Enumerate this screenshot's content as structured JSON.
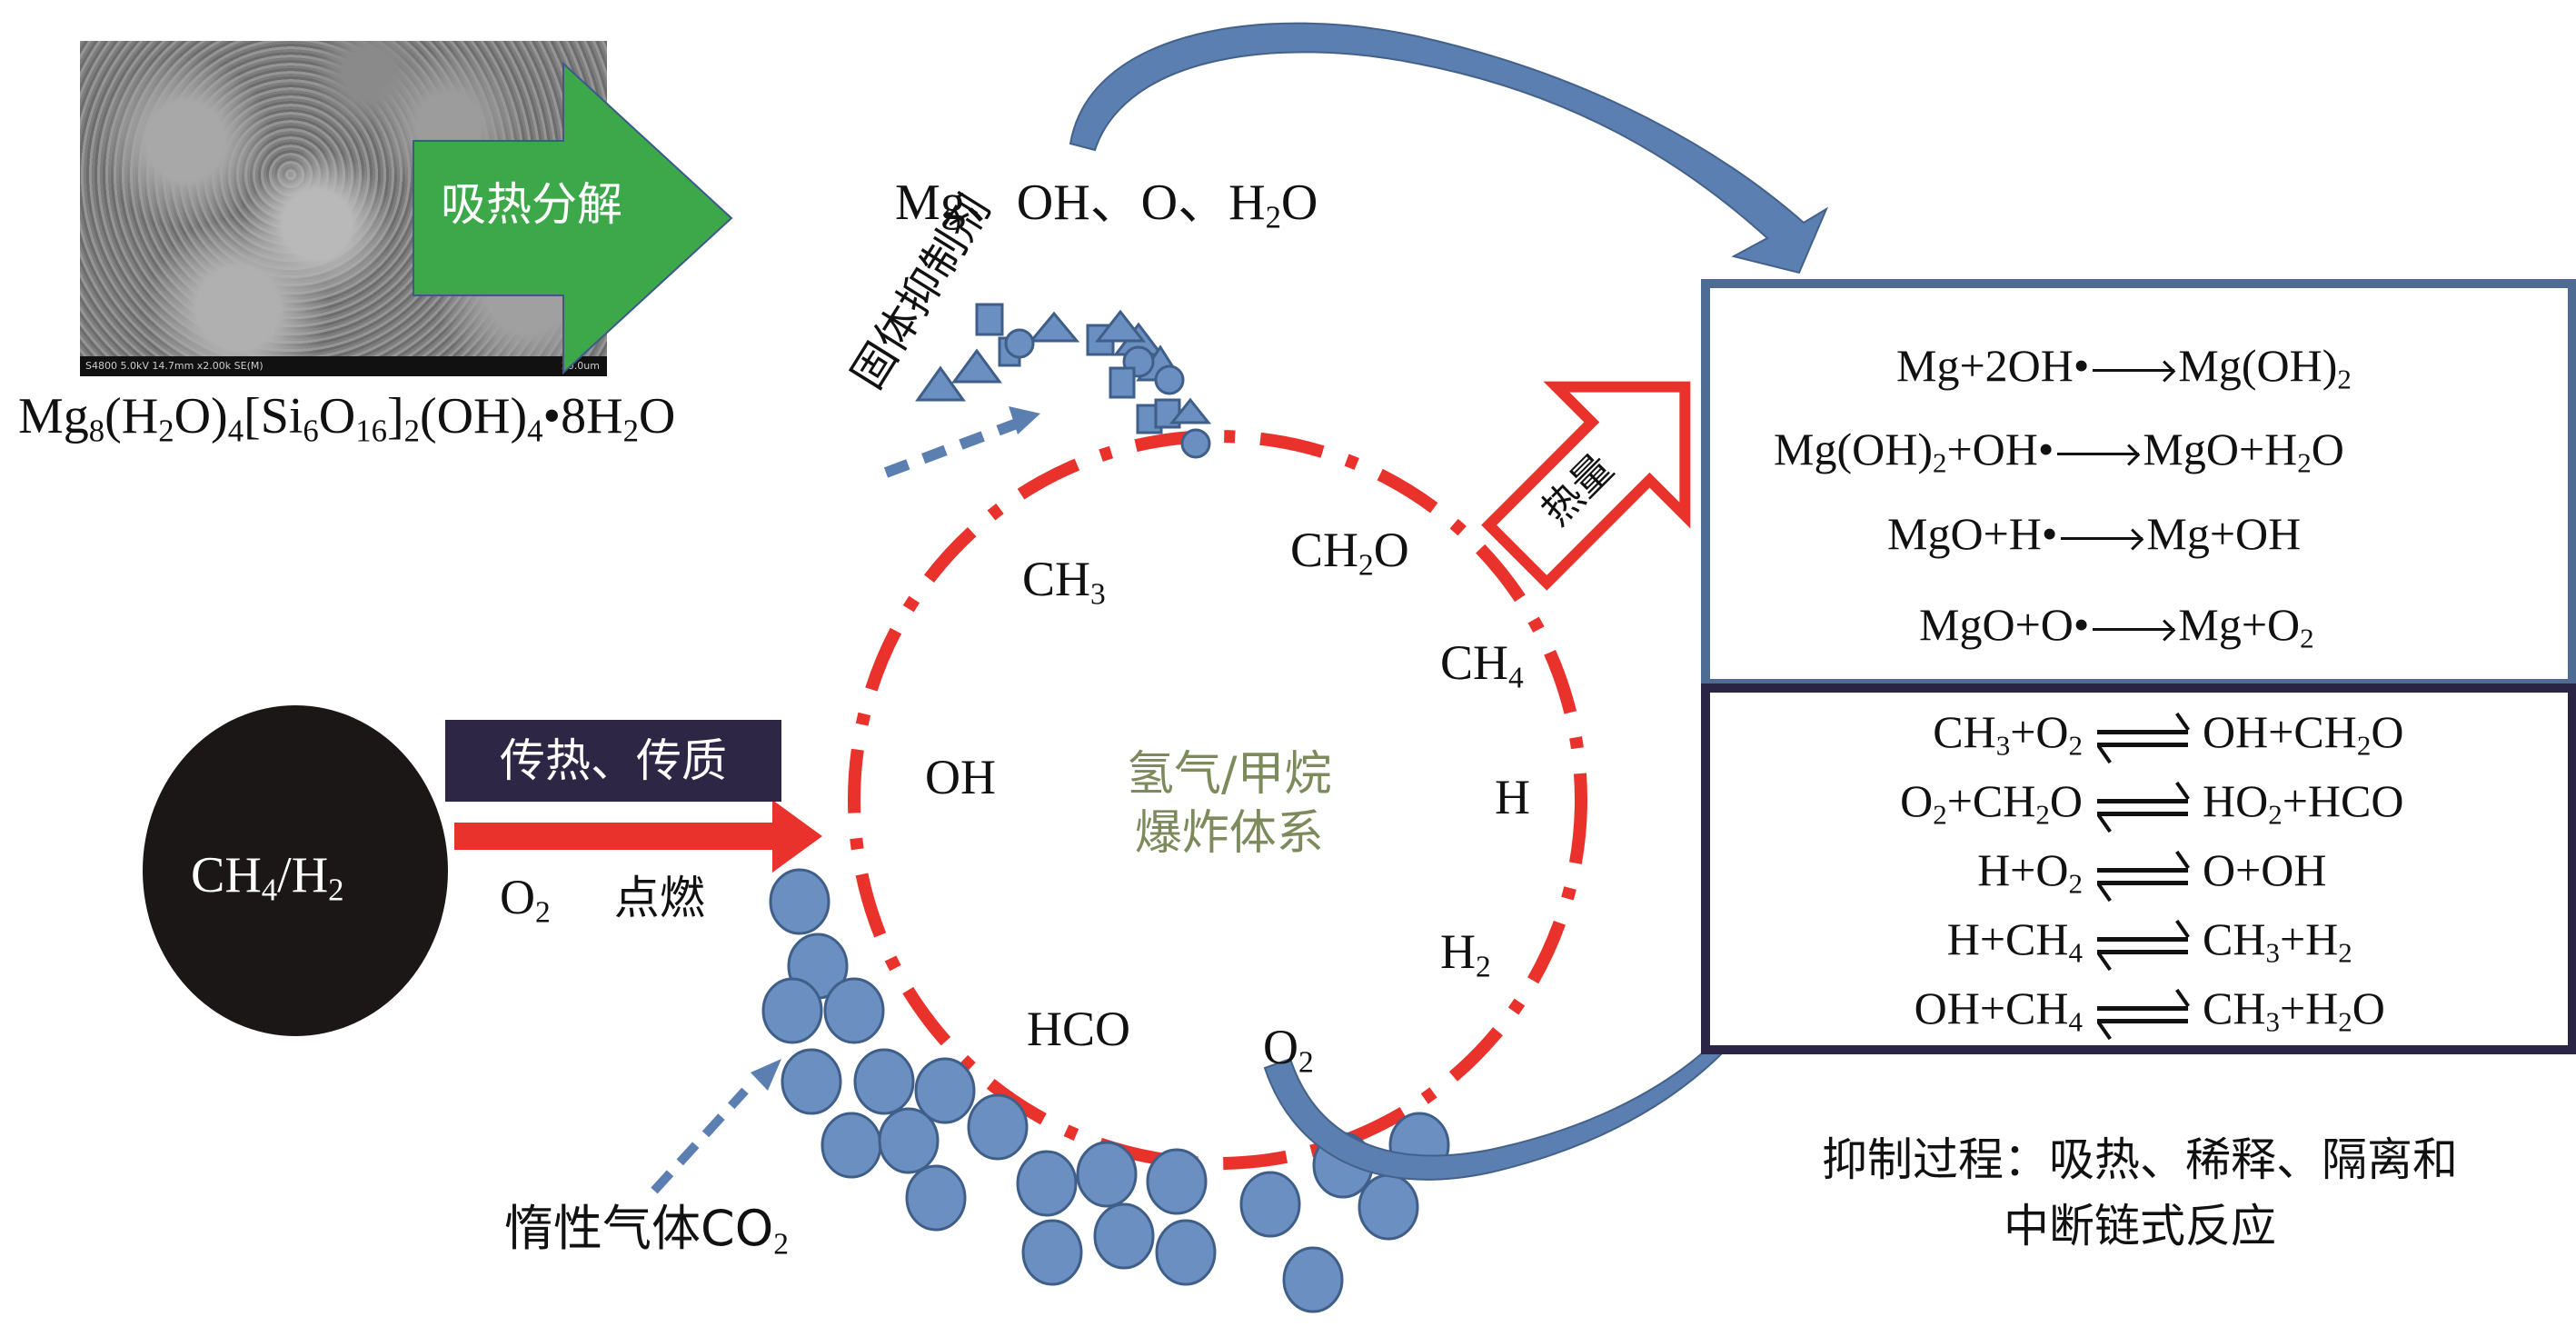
{
  "sem_image": {
    "caption_left": "S4800 5.0kV 14.7mm x2.00k SE(M)",
    "caption_right": "20.0um",
    "arrow_label": "吸热分解",
    "formula": {
      "base": "Mg",
      "s1": "8",
      "p1": "(H",
      "s2": "2",
      "p2": "O)",
      "s3": "4",
      "p3": "[Si",
      "s4": "6",
      "p4": "O",
      "s5": "16",
      "p5": "]",
      "s6": "2",
      "p6": "(OH)",
      "s7": "4",
      "p7": "•8H",
      "s8": "2",
      "p8": "O"
    }
  },
  "decomposition_products": {
    "a": "Mg、OH、O、H",
    "sub": "2",
    "b": "O"
  },
  "solid_suppressant_label": "固体抑制剂",
  "heat_label": "热量",
  "inert_gas_label": {
    "text": "惰性气体CO",
    "sub": "2"
  },
  "fuel": {
    "a": "CH",
    "s1": "4",
    "b": "/H",
    "s2": "2"
  },
  "transfer_label": "传热、传质",
  "ignition": {
    "o": "O",
    "sub": "2",
    "text": "点燃"
  },
  "system_label": {
    "line1": "氢气/甲烷",
    "line2": "爆炸体系"
  },
  "species": {
    "ch3": {
      "t": "CH",
      "s": "3"
    },
    "ch2o": {
      "t": "CH",
      "s": "2",
      "t2": "O"
    },
    "ch4": {
      "t": "CH",
      "s": "4"
    },
    "oh": "OH",
    "h": "H",
    "h2": {
      "t": "H",
      "s": "2"
    },
    "hco": "HCO",
    "o2": {
      "t": "O",
      "s": "2"
    }
  },
  "suppression_reactions": [
    {
      "lhs": "Mg+2OH•",
      "rhs": "Mg(OH)",
      "rhs_sub": "2"
    },
    {
      "lhs": "Mg(OH)",
      "lhs_sub": "2",
      "lhs2": "+OH•",
      "rhs": "MgO+H",
      "rhs_sub": "2",
      "rhs2": "O"
    },
    {
      "lhs": "MgO+H•",
      "rhs": "Mg+OH"
    },
    {
      "lhs": "MgO+O•",
      "rhs": "Mg+O",
      "rhs_sub": "2"
    }
  ],
  "chain_reactions": [
    {
      "l": [
        "CH",
        "3",
        "+O",
        "2",
        ""
      ],
      "r": [
        "OH+CH",
        "2",
        "O"
      ]
    },
    {
      "l": [
        "O",
        "2",
        "+CH",
        "2",
        "O"
      ],
      "r": [
        "HO",
        "2",
        "+HCO"
      ]
    },
    {
      "l": [
        "H+O",
        "2",
        "",
        "",
        ""
      ],
      "r": [
        "O+OH",
        "",
        ""
      ]
    },
    {
      "l": [
        "H+CH",
        "4",
        "",
        "",
        ""
      ],
      "r": [
        "CH",
        "3",
        "+H",
        "2",
        ""
      ]
    },
    {
      "l": [
        "OH+CH",
        "4",
        "",
        "",
        ""
      ],
      "r": [
        "CH",
        "3",
        "+H",
        "2",
        "O"
      ]
    }
  ],
  "conclusion": {
    "line1": "抑制过程：吸热、稀释、隔离和",
    "line2": "中断链式反应"
  },
  "colors": {
    "arrow_blue": "#5b7fb0",
    "particle_blue": "#6a8fc0",
    "flame_red": "#e8322b",
    "green_arrow": "#3da84a",
    "box1_border": "#4d6b93",
    "box2_border": "#2b2545",
    "system_label": "#7c8a5c"
  }
}
